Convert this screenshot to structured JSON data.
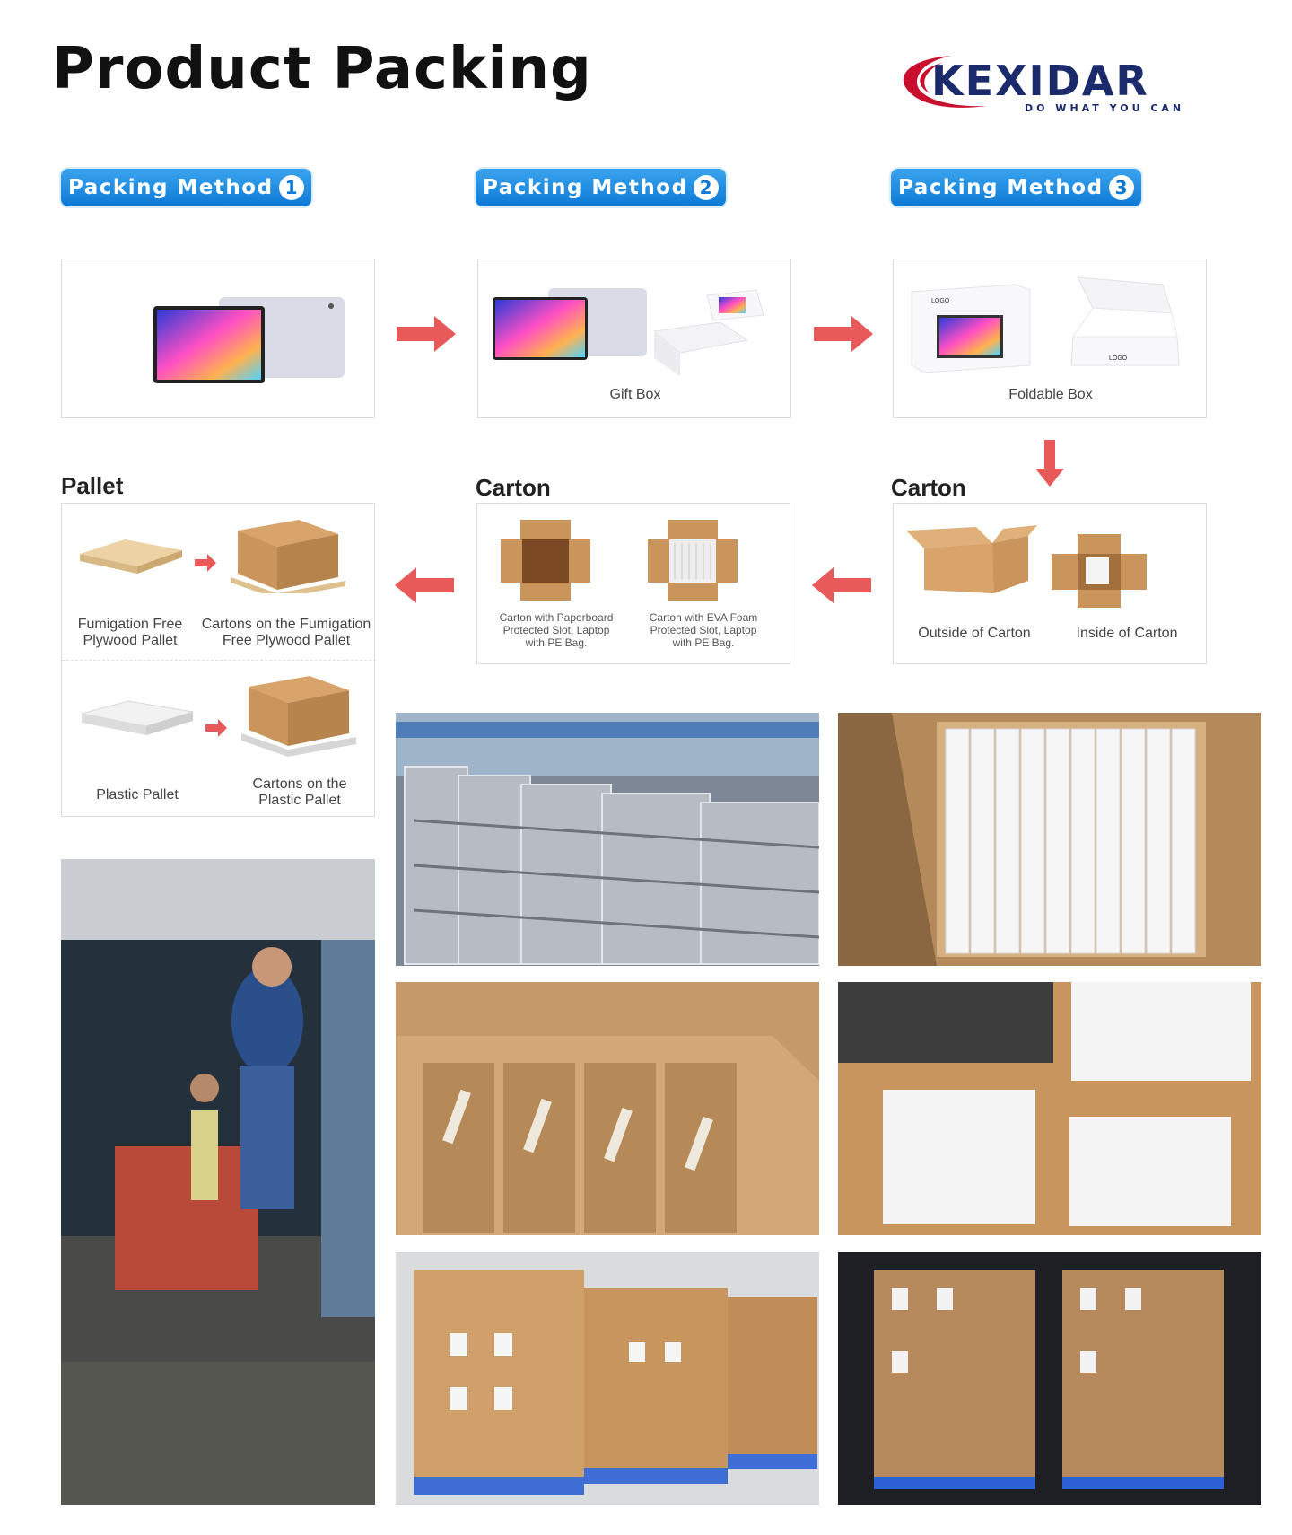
{
  "page": {
    "title": "Product Packing"
  },
  "logo": {
    "name": "KEXIDAR",
    "tagline": "DO WHAT YOU CAN"
  },
  "methods": [
    {
      "label": "Packing Method",
      "number": "1"
    },
    {
      "label": "Packing Method",
      "number": "2"
    },
    {
      "label": "Packing Method",
      "number": "3"
    }
  ],
  "steps": {
    "gift_box": "Gift Box",
    "foldable_box": "Foldable Box",
    "logo_text": "LOGO"
  },
  "sections": {
    "pallet": "Pallet",
    "carton_mid": "Carton",
    "carton_right": "Carton"
  },
  "carton_right": {
    "outside": "Outside of Carton",
    "inside": "Inside of Carton"
  },
  "carton_mid": {
    "paperboard": "Carton with Paperboard Protected Slot, Laptop with PE Bag.",
    "eva": "Carton with EVA Foam Protected Slot, Laptop with PE Bag."
  },
  "pallet": {
    "fumigation_free": "Fumigation Free Plywood Pallet",
    "cartons_on_fumigation": "Cartons on the Fumigation Free Plywood Pallet",
    "plastic": "Plastic Pallet",
    "cartons_on_plastic": "Cartons on the Plastic Pallet"
  },
  "colors": {
    "accent_blue": "#0d79d6",
    "arrow_red": "#e8595a",
    "kraft": "#c9955c",
    "logo_red": "#c8102e",
    "logo_navy": "#1b2a6b"
  }
}
